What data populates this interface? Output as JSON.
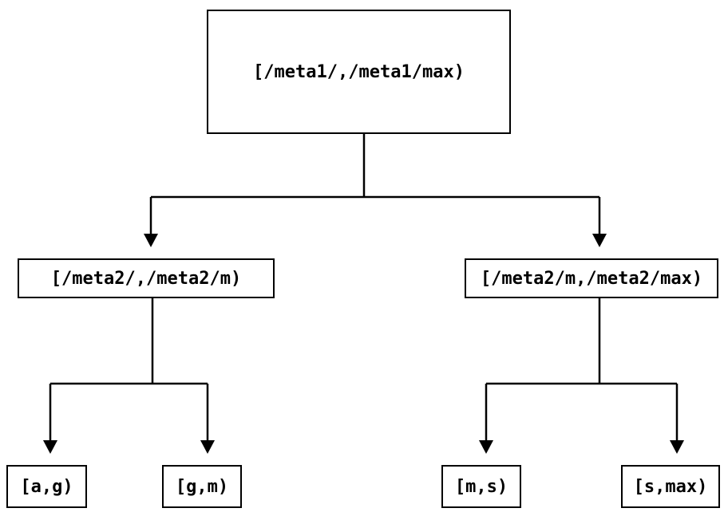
{
  "diagram": {
    "type": "tree",
    "nodes": {
      "root": {
        "label": "[/meta1/,/meta1/max)"
      },
      "mid_left": {
        "label": "[/meta2/,/meta2/m)"
      },
      "mid_right": {
        "label": "[/meta2/m,/meta2/max)"
      },
      "leaf_ag": {
        "label": "[a,g)"
      },
      "leaf_gm": {
        "label": "[g,m)"
      },
      "leaf_ms": {
        "label": "[m,s)"
      },
      "leaf_smax": {
        "label": "[s,max)"
      }
    },
    "edges": [
      {
        "from": "root",
        "to": "mid_left"
      },
      {
        "from": "root",
        "to": "mid_right"
      },
      {
        "from": "mid_left",
        "to": "leaf_ag"
      },
      {
        "from": "mid_left",
        "to": "leaf_gm"
      },
      {
        "from": "mid_right",
        "to": "leaf_ms"
      },
      {
        "from": "mid_right",
        "to": "leaf_smax"
      }
    ],
    "colors": {
      "background": "#ffffff",
      "line": "#000000",
      "box_border": "#000000",
      "text": "#000000"
    }
  }
}
